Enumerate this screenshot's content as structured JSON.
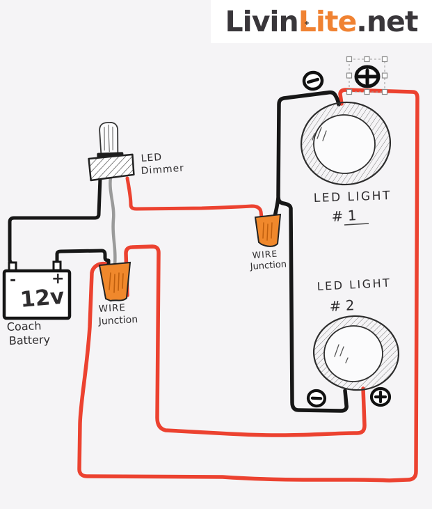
{
  "logo": {
    "part1": "Livin",
    "part2": "Lite",
    "part3": ".net"
  },
  "battery": {
    "voltage": "12v",
    "minus_sign": "-",
    "plus_sign": "+",
    "name_line1": "Coach",
    "name_line2": "Battery"
  },
  "dimmer": {
    "label_line1": "LED",
    "label_line2": "Dimmer"
  },
  "junction_left": {
    "line1": "WIRE",
    "line2": "Junction"
  },
  "junction_mid": {
    "line1": "WIRE",
    "line2": "Junction"
  },
  "led1": {
    "line1": "LED LIGHT",
    "line2": "# 1"
  },
  "led2": {
    "line1": "LED LIGHT",
    "line2": "# 2"
  },
  "symbols": {
    "positive": "+",
    "negative": "−"
  },
  "icons": {
    "led1_negative_terminal": "minus-in-circle",
    "led1_positive_terminal": "plus-in-circle (selected with handles)",
    "led2_negative_terminal": "minus-in-circle",
    "led2_positive_terminal": "plus-in-circle"
  },
  "colors": {
    "background": "#f5f4f6",
    "wire_red": "#ec4230",
    "wire_black": "#171717",
    "wire_gray": "#9a9a9a",
    "junction_orange": "#f0882c",
    "logo_orange": "#f08232",
    "logo_dark": "#39363a",
    "selection_handle_border": "#8a8a8a"
  }
}
